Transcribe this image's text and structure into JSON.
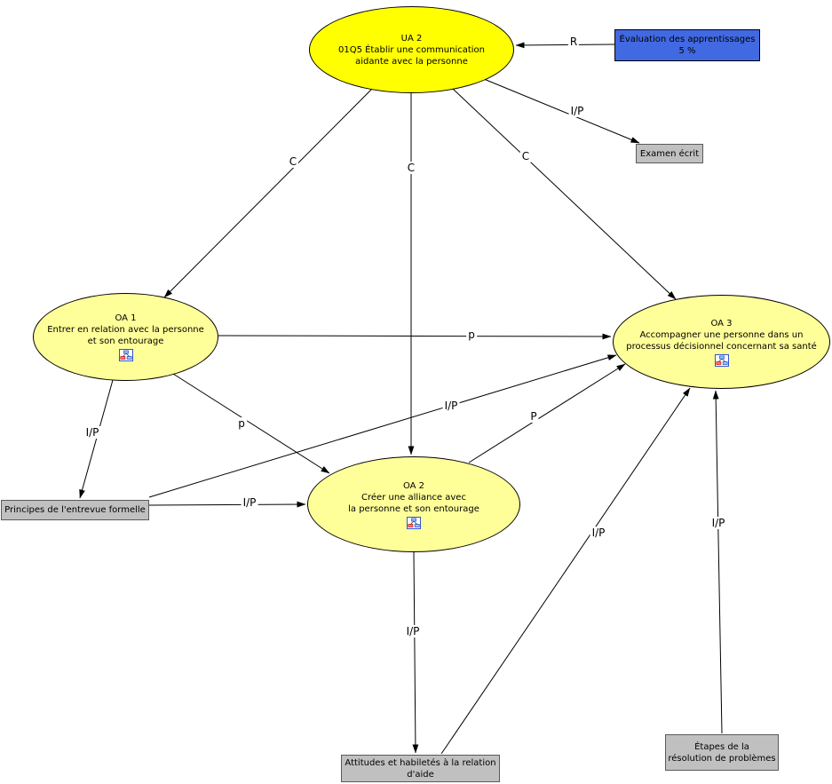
{
  "colors": {
    "ua_fill": "#ffff00",
    "oa_fill": "#ffff99",
    "principle_fill": "#4169e1",
    "resource_fill": "#c0c0c0"
  },
  "nodes": {
    "ua2": {
      "lines": [
        "UA 2",
        "01Q5 Établir une communication",
        "aidante avec la personne"
      ]
    },
    "oa1": {
      "lines": [
        "OA 1",
        "Entrer en relation avec la personne",
        "et son entourage"
      ]
    },
    "oa2": {
      "lines": [
        "OA 2",
        "Créer une alliance avec",
        "la personne et son entourage"
      ]
    },
    "oa3": {
      "lines": [
        "OA 3",
        "Accompagner une personne dans un",
        "processus décisionnel concernant sa santé"
      ]
    },
    "evaluation": {
      "lines": [
        "Évaluation des apprentissages",
        "5 %"
      ]
    },
    "examen": {
      "label": "Examen écrit"
    },
    "principes": {
      "label": "Principes de l'entrevue formelle"
    },
    "attitudes": {
      "lines": [
        "Attitudes et habiletés à la relation",
        "d'aide"
      ]
    },
    "etapes": {
      "lines": [
        "Étapes de la",
        "résolution de problèmes"
      ]
    }
  },
  "edges": [
    {
      "from": "ua2",
      "to": "oa1",
      "label": "C"
    },
    {
      "from": "ua2",
      "to": "oa2",
      "label": "C"
    },
    {
      "from": "ua2",
      "to": "oa3",
      "label": "C"
    },
    {
      "from": "evaluation",
      "to": "ua2",
      "label": "R"
    },
    {
      "from": "ua2",
      "to": "examen",
      "label": "I/P"
    },
    {
      "from": "oa1",
      "to": "oa3",
      "label": "p"
    },
    {
      "from": "oa1",
      "to": "oa2",
      "label": "p"
    },
    {
      "from": "oa1",
      "to": "principes",
      "label": "I/P"
    },
    {
      "from": "principes",
      "to": "oa2",
      "label": "I/P"
    },
    {
      "from": "principes",
      "to": "oa3",
      "label": "I/P"
    },
    {
      "from": "oa2",
      "to": "oa3",
      "label": "P"
    },
    {
      "from": "oa2",
      "to": "attitudes",
      "label": "I/P"
    },
    {
      "from": "attitudes",
      "to": "oa3",
      "label": "I/P"
    },
    {
      "from": "etapes",
      "to": "oa3",
      "label": "I/P"
    }
  ]
}
